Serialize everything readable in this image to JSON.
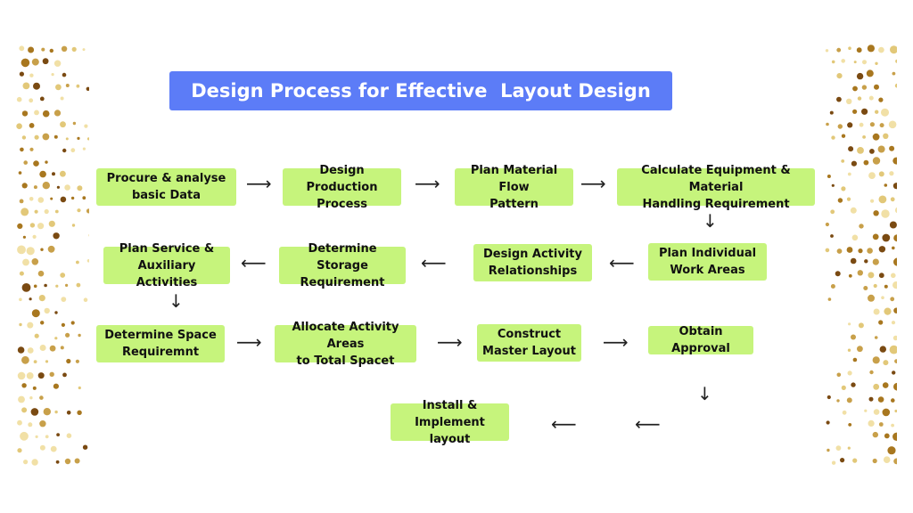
{
  "title": "Design Process for Effective  Layout Design",
  "steps": [
    {
      "id": "procure",
      "lines": [
        "Procure & analyse",
        "basic Data"
      ]
    },
    {
      "id": "design-production",
      "lines": [
        "Design Production",
        "Process"
      ]
    },
    {
      "id": "plan-material-flow",
      "lines": [
        "Plan Material Flow",
        "Pattern"
      ]
    },
    {
      "id": "calculate-equipment",
      "lines": [
        "Calculate Equipment & Material",
        "Handling Requirement"
      ]
    },
    {
      "id": "plan-individual",
      "lines": [
        "Plan Individual",
        "Work Areas"
      ]
    },
    {
      "id": "design-activity",
      "lines": [
        "Design Activity",
        "Relationships"
      ]
    },
    {
      "id": "determine-storage",
      "lines": [
        "Determine Storage",
        "Requirement"
      ]
    },
    {
      "id": "plan-service",
      "lines": [
        "Plan Service &",
        "Auxiliary Activities"
      ]
    },
    {
      "id": "determine-space",
      "lines": [
        "Determine Space",
        "Requiremnt"
      ]
    },
    {
      "id": "allocate-activity",
      "lines": [
        "Allocate Activity Areas",
        "to Total Spacet"
      ]
    },
    {
      "id": "construct-master",
      "lines": [
        "Construct",
        "Master Layout"
      ]
    },
    {
      "id": "obtain-approval",
      "lines": [
        "Obtain Approval"
      ]
    },
    {
      "id": "install-implement",
      "lines": [
        "Install &",
        "Implement layout"
      ]
    }
  ],
  "arrows": {
    "right": "⟶",
    "left": "⟵",
    "down": "↓"
  },
  "colors": {
    "title_bg": "#5c7cf7",
    "step_bg": "#c6f47c",
    "dots": [
      "#7a4a12",
      "#a8771f",
      "#c8a04a",
      "#e2c879",
      "#f1e0a6"
    ]
  }
}
